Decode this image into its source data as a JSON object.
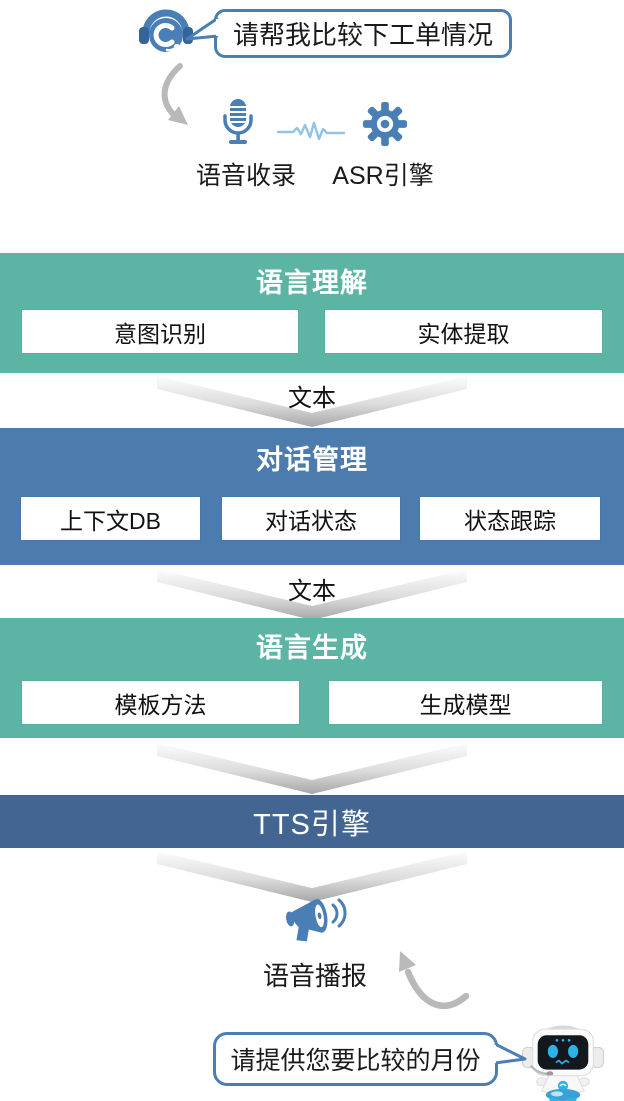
{
  "user_bubble": {
    "text": "请帮我比较下工单情况"
  },
  "input_stage": {
    "voice_capture_label": "语音收录",
    "asr_label": "ASR引擎"
  },
  "blocks": [
    {
      "title": "语言理解",
      "color": "#5cb4a4",
      "items": [
        "意图识别",
        "实体提取"
      ]
    },
    {
      "title": "对话管理",
      "color": "#4c7cae",
      "items": [
        "上下文DB",
        "对话状态",
        "状态跟踪"
      ]
    },
    {
      "title": "语言生成",
      "color": "#5cb4a4",
      "items": [
        "模板方法",
        "生成模型"
      ]
    }
  ],
  "connectors": {
    "labels": [
      "文本",
      "文本"
    ]
  },
  "tts_bar": {
    "label": "TTS引擎",
    "color": "#426691"
  },
  "output_stage": {
    "broadcast_label": "语音播报"
  },
  "bot_bubble": {
    "text": "请提供您要比较的月份"
  },
  "icons": {
    "user": "headset-icon",
    "capture": "microphone-icon",
    "signal": "waveform-icon",
    "asr": "gear-icon",
    "broadcast": "megaphone-icon",
    "assistant": "robot-icon",
    "flow_in": "curved-arrow-down-icon",
    "flow_out": "curved-arrow-up-icon",
    "connector": "chevron-down-arrow-icon"
  },
  "colors": {
    "accent_blue": "#4a7fb5",
    "block_teal": "#5cb4a4",
    "block_blue": "#4c7cae",
    "tts_blue": "#426691",
    "arrow_gray": "#b9b9b9",
    "bubble_border": "#4a7fb5"
  }
}
